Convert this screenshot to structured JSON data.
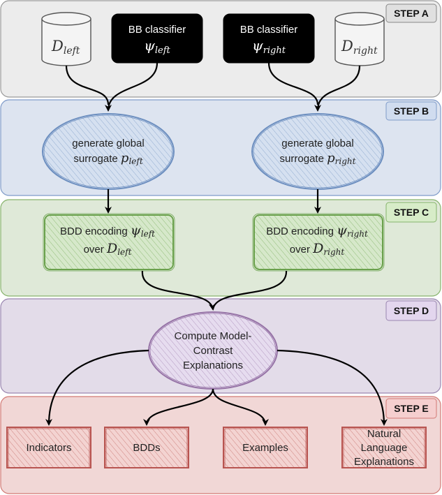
{
  "steps": {
    "a": {
      "label": "STEP A",
      "fill": "#ececec",
      "stroke": "#9a9a9a",
      "tab_fill": "#e0e0e0"
    },
    "b": {
      "label": "STEP B",
      "fill": "#dde4f0",
      "stroke": "#7f9bc9",
      "tab_fill": "#d0dcef"
    },
    "c": {
      "label": "STEP C",
      "fill": "#dfe9d8",
      "stroke": "#86b36b",
      "tab_fill": "#d7ecc8"
    },
    "d": {
      "label": "STEP D",
      "fill": "#e3dce9",
      "stroke": "#9a86b0",
      "tab_fill": "#e3d6ee"
    },
    "e": {
      "label": "STEP E",
      "fill": "#f1d7d6",
      "stroke": "#d27a75",
      "tab_fill": "#f5cfcf"
    }
  },
  "step_a": {
    "d_left": {
      "base": "D",
      "sub": "left"
    },
    "bb_left": {
      "title": "BB classifier",
      "base": "ψ",
      "sub": "left"
    },
    "bb_right": {
      "title": "BB classifier",
      "base": "ψ",
      "sub": "right"
    },
    "d_right": {
      "base": "D",
      "sub": "right"
    }
  },
  "step_b": {
    "left": {
      "line1": "generate global",
      "line2_text": "surrogate ",
      "base": "p",
      "sub": "left"
    },
    "right": {
      "line1": "generate global",
      "line2_text": "surrogate ",
      "base": "p",
      "sub": "right"
    }
  },
  "step_c": {
    "left": {
      "line1_text": "BDD encoding ",
      "base1": "ψ",
      "sub1": "left",
      "line2_text": "over ",
      "base2": "D",
      "sub2": "left"
    },
    "right": {
      "line1_text": "BDD encoding ",
      "base1": "ψ",
      "sub1": "right",
      "line2_text": "over ",
      "base2": "D",
      "sub2": "right"
    }
  },
  "step_d": {
    "lines": [
      "Compute Model-",
      "Contrast",
      "Explanations"
    ]
  },
  "step_e": {
    "outputs": [
      {
        "lines": [
          "Indicators"
        ]
      },
      {
        "lines": [
          "BDDs"
        ]
      },
      {
        "lines": [
          "Examples"
        ]
      },
      {
        "lines": [
          "Natural",
          "Language",
          "Explanations"
        ]
      }
    ]
  },
  "colors": {
    "bb_box": "#000000",
    "cylinder_fill": "#f4f4f4",
    "cylinder_stroke": "#555555",
    "ellipse_b_fill": "#c9d6ea",
    "ellipse_b_stroke": "#6c8ebf",
    "box_c_fill": "#cfe3c0",
    "box_c_stroke": "#6aa14c",
    "ellipse_d_fill": "#ddd0e8",
    "ellipse_d_stroke": "#9673a6",
    "box_e_fill": "#efc6c4",
    "box_e_stroke": "#b85450",
    "arrow": "#000000"
  }
}
